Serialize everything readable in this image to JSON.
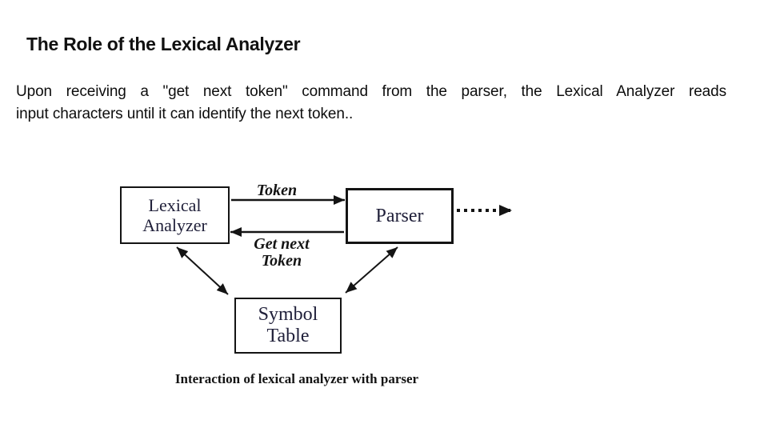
{
  "slide": {
    "title": "The Role of the Lexical Analyzer",
    "paragraph": {
      "line1": "Upon receiving a \"get next token\" command from the parser, the Lexical Analyzer reads",
      "line2": "input characters until it can identify the next token.."
    },
    "diagram": {
      "boxes": {
        "lexical": {
          "line1": "Lexical",
          "line2": "Analyzer"
        },
        "parser": {
          "label": "Parser"
        },
        "symbol": {
          "line1": "Symbol",
          "line2": "Table"
        }
      },
      "labels": {
        "token": "Token",
        "get_next_line1": "Get next",
        "get_next_line2": "Token"
      },
      "caption": "Interaction of lexical analyzer with parser"
    },
    "colors": {
      "background": "#ffffff",
      "text": "#111111",
      "diagram_ink": "#141414"
    }
  }
}
